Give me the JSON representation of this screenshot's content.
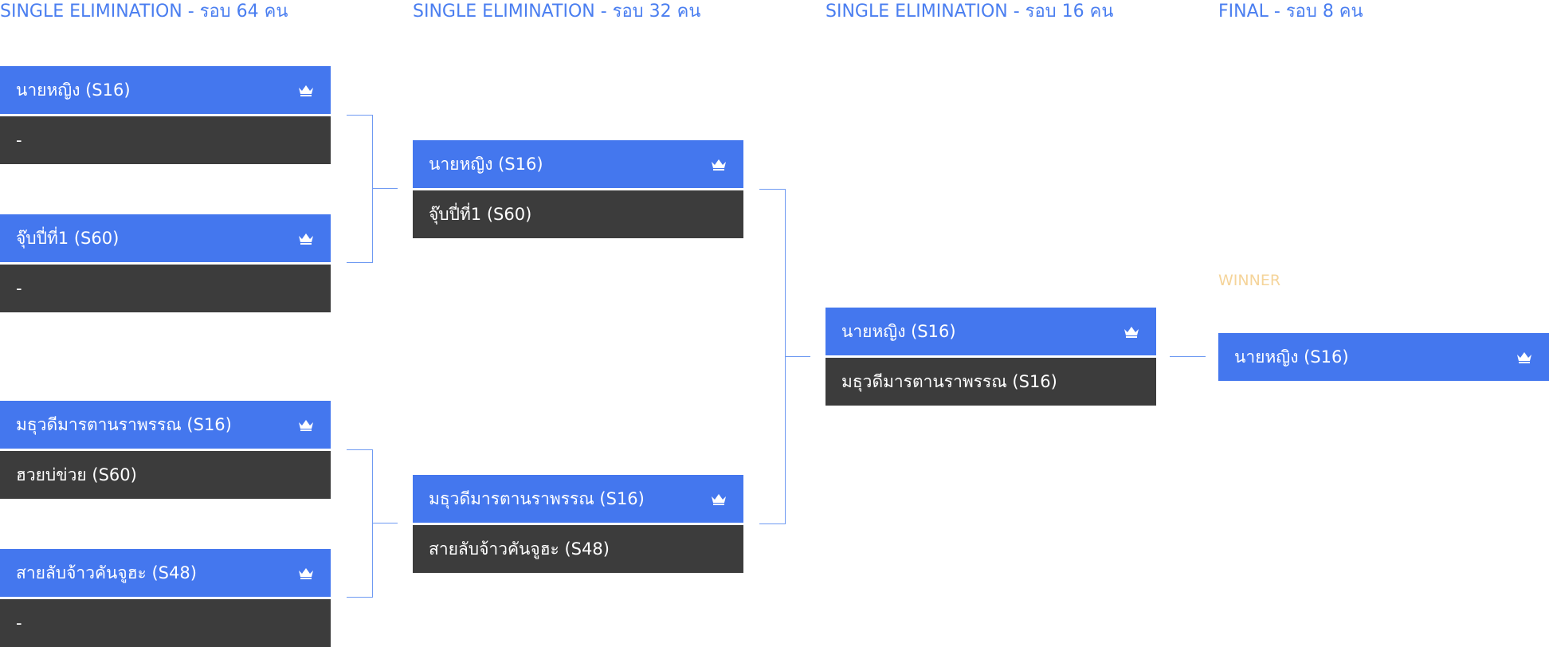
{
  "columns": [
    {
      "title": "SINGLE ELIMINATION - รอบ 64 คน"
    },
    {
      "title": "SINGLE ELIMINATION - รอบ 32 คน"
    },
    {
      "title": "SINGLE ELIMINATION - รอบ 16 คน"
    },
    {
      "title": "FINAL - รอบ 8 คน"
    }
  ],
  "round64": [
    {
      "winner": "นายหญิง (S16)",
      "loser": "-"
    },
    {
      "winner": "จุ๊บปี่ที่1 (S60)",
      "loser": "-"
    },
    {
      "winner": "มธุวดีมารตานราพรรณ (S16)",
      "loser": "ฮวยบ่ข่วย (S60)"
    },
    {
      "winner": "สายลับจ้าวคันจูฮะ (S48)",
      "loser": "-"
    }
  ],
  "round32": [
    {
      "winner": "นายหญิง (S16)",
      "loser": "จุ๊บปี่ที่1 (S60)"
    },
    {
      "winner": "มธุวดีมารตานราพรรณ (S16)",
      "loser": "สายลับจ้าวคันจูฮะ (S48)"
    }
  ],
  "round16": [
    {
      "winner": "นายหญิง (S16)",
      "loser": "มธุวดีมารตานราพรรณ (S16)"
    }
  ],
  "final": {
    "label": "WINNER",
    "winner": "นายหญิง (S16)"
  },
  "icons": {
    "winner_marker": "crown-icon"
  },
  "colors": {
    "accent": "#4477ee",
    "loser_slot": "#3c3c3c",
    "title_text": "#4a7ef0",
    "winner_label": "#f5d49a",
    "connector": "#6f9af2"
  }
}
